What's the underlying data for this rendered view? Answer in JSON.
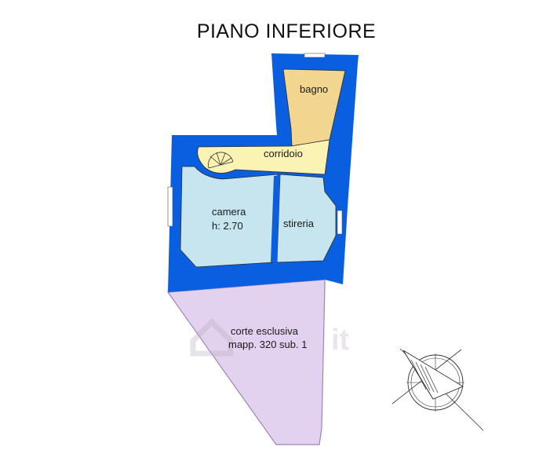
{
  "title": "PIANO INFERIORE",
  "rooms": {
    "bagno": "bagno",
    "corridoio": "corridoio",
    "camera": "camera",
    "camera_height": "h: 2.70",
    "stireria": "stireria"
  },
  "courtyard": {
    "line1": "corte esclusiva",
    "line2": "mapp. 320 sub. 1"
  },
  "watermark": "it",
  "colors": {
    "walls": "#0a5fe0",
    "bagno": "#f2d58f",
    "corridoio": "#faf3b4",
    "rooms": "#c6e5ef",
    "courtyard": "#e3d2ef"
  },
  "icons": [
    "compass-icon",
    "spiral-stair-icon",
    "watermark-house-icon"
  ]
}
